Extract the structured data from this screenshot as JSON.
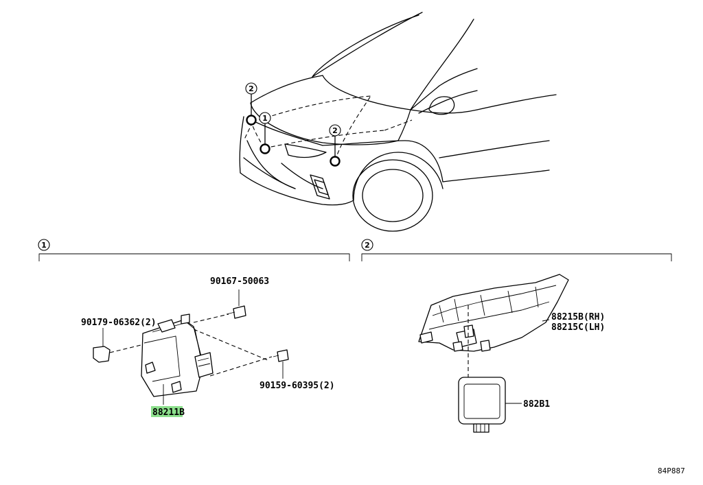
{
  "callouts": {
    "one": "1",
    "two": "2"
  },
  "section1": {
    "marker": "1",
    "parts": {
      "bolt_top": "90167-50063",
      "nut_left": "90179-06362(2)",
      "bolt_right": "90159-60395(2)",
      "sensor": "88211B"
    }
  },
  "section2": {
    "marker": "2",
    "parts": {
      "bracket_rh": "88215B(RH)",
      "bracket_lh": "88215C(LH)",
      "radar": "882B1"
    }
  },
  "footer": {
    "code": "84P887"
  },
  "colors": {
    "highlight": "#8de08d",
    "line": "#000000"
  }
}
